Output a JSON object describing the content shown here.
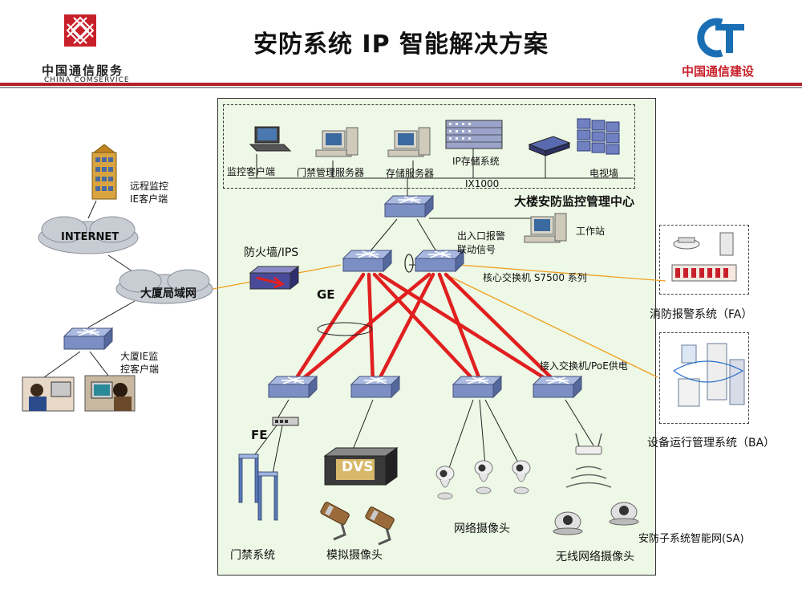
{
  "header": {
    "title": "安防系统 IP 智能解决方案",
    "left_logo_cn": "中国通信服务",
    "left_logo_en": "CHINA COMSERVICE",
    "right_logo_cn": "中国通信建设"
  },
  "center": {
    "monitor_client": "监控客户端",
    "door_server": "门禁管理服务器",
    "storage_server": "存储服务器",
    "ip_storage": "IP存储系统",
    "ix1000": "IX1000",
    "tv_wall": "电视墙",
    "center_name": "大楼安防监控管理中心",
    "workstation": "工作站",
    "alarm_signal": "出入口报警\n联动信号",
    "firewall": "防火墙/IPS",
    "ge": "GE",
    "core_switch": "核心交换机 S7500 系列",
    "access_switch": "接入交换机/PoE供电",
    "fe": "FE",
    "dvs": "DVS",
    "door_system": "门禁系统",
    "analog_camera": "模拟摄像头",
    "network_camera": "网络摄像头",
    "wireless_camera": "无线网络摄像头"
  },
  "left": {
    "remote_ie": "远程监控\nIE客户端",
    "internet": "INTERNET",
    "building_lan": "大厦局域网",
    "building_ie": "大厦IE监\n控客户端"
  },
  "right": {
    "fire_alarm": "消防报警系统（FA）",
    "ba_system": "设备运行管理系统（BA）",
    "sa_network": "安防子系统智能网(SA)"
  },
  "colors": {
    "link_red": "#e02020",
    "link_orange": "#f0a020",
    "panel_green": "#eef8e6",
    "switch_blue": "#7c8fc4",
    "accent_red": "#b4202a",
    "logo_blue": "#1a6fb4"
  }
}
